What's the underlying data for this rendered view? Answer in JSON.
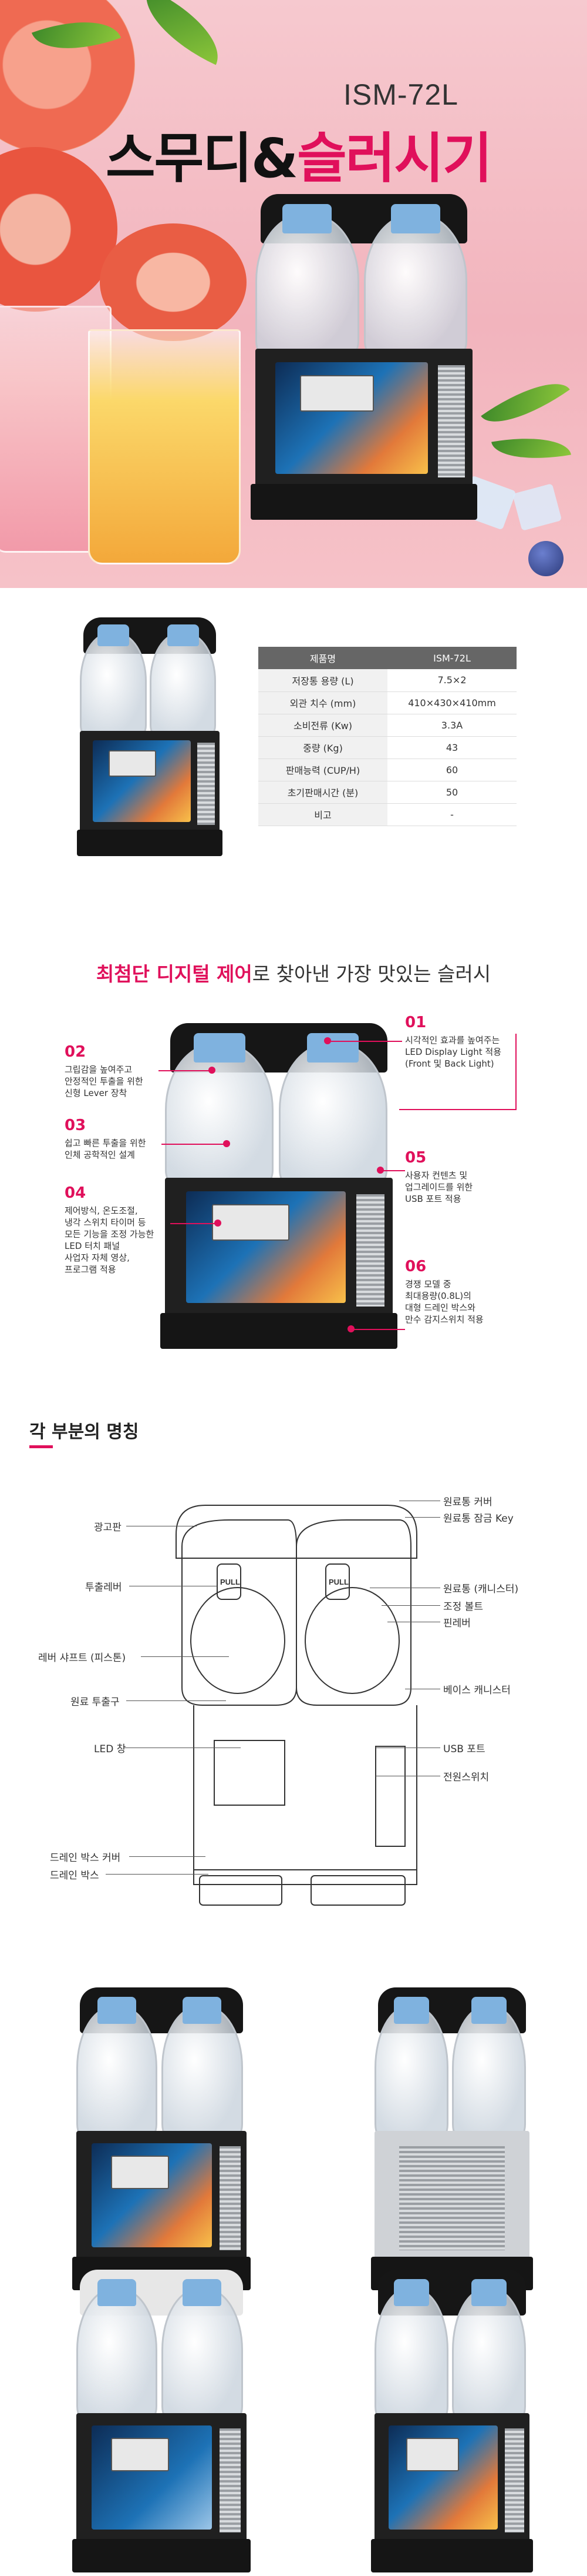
{
  "hero": {
    "model": "ISM-72L",
    "title_part1": "스무디",
    "title_amp": "&",
    "title_part2": "슬러시기"
  },
  "spec": {
    "headers": [
      "제품명",
      "ISM-72L"
    ],
    "rows": [
      [
        "저장통 용량 (L)",
        "7.5×2"
      ],
      [
        "외관 치수 (mm)",
        "410×430×410mm"
      ],
      [
        "소비전류 (Kw)",
        "3.3A"
      ],
      [
        "중량 (Kg)",
        "43"
      ],
      [
        "판매능력 (CUP/H)",
        "60"
      ],
      [
        "초기판매시간 (분)",
        "50"
      ],
      [
        "비고",
        "-"
      ]
    ]
  },
  "features": {
    "head_pink": "최첨단 디지털 제어",
    "head_rest": "로 찾아낸 가장 맛있는 슬러시",
    "items": [
      {
        "num": "01",
        "text": "시각적인 효과를 높여주는\nLED Display Light 적용\n(Front 및 Back Light)"
      },
      {
        "num": "02",
        "text": "그립감을 높여주고\n안정적인 투출을 위한\n신형 Lever 장착"
      },
      {
        "num": "03",
        "text": "쉽고 빠른 투출을 위한\n인체 공학적인 설계"
      },
      {
        "num": "04",
        "text": "제어방식, 온도조절,\n냉각 스위치 타이머 등\n모든 기능을 조정 가능한\nLED 터치 패널\n사업자 자체 영상,\n프로그램 적용"
      },
      {
        "num": "05",
        "text": "사용자 컨텐츠 및\n업그레이드를 위한\nUSB 포트 적용"
      },
      {
        "num": "06",
        "text": "경쟁 모델 중\n최대용량(0.8L)의\n대형 드레인 박스와\n만수 감지스위치 적용"
      }
    ]
  },
  "parts": {
    "title": "각 부분의 명칭",
    "left": [
      "광고판",
      "투출레버",
      "레버 샤프트 (피스톤)",
      "원료 투출구",
      "LED 창",
      "드레인 박스 커버",
      "드레인 박스"
    ],
    "right": [
      "원료통 커버",
      "원료통 잠금 Key",
      "원료통 (캐니스터)",
      "조정 볼트",
      "핀레버",
      "베이스 캐니스터",
      "USB 포트",
      "전원스위치"
    ],
    "pull_label": "PULL"
  },
  "colors": {
    "accent": "#e0105b",
    "hero_bg": "#f2b4bd",
    "cap_blue": "#7fb2df"
  }
}
